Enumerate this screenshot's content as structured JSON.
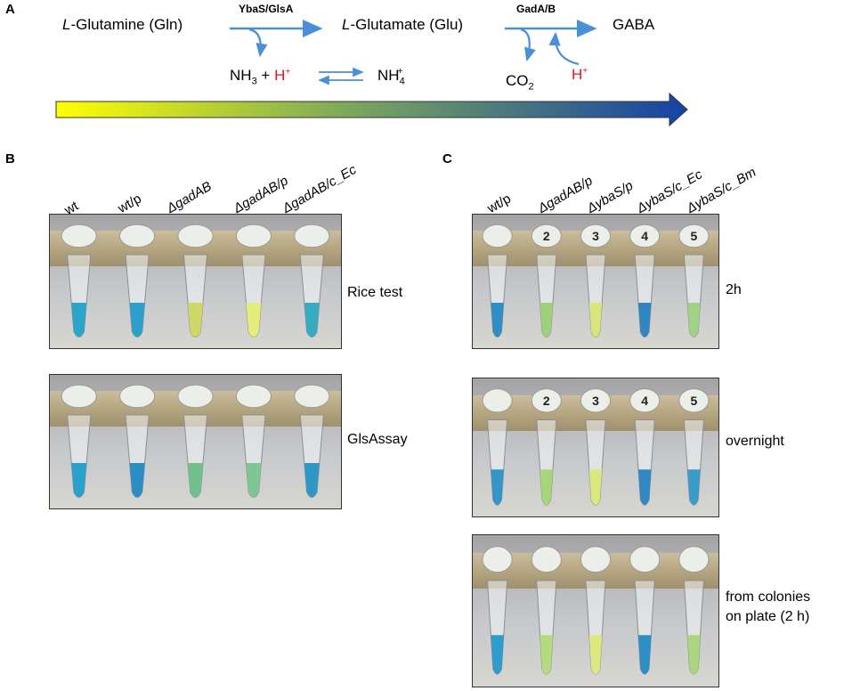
{
  "panel_a": {
    "letter": "A",
    "substrate": "L-Glutamine (Gln)",
    "substrate_italic_prefix": "L",
    "substrate_rest": "-Glutamine (Gln)",
    "enzyme1": "YbaS/GlsA",
    "intermediate_italic_prefix": "L",
    "intermediate_rest": "-Glutamate (Glu)",
    "enzyme2": "GadA/B",
    "product": "GABA",
    "nh3": "NH",
    "nh3_sub": "3",
    "plus": " + ",
    "h_plus_1": "H",
    "h_plus_sup": "+",
    "nh4": "NH",
    "nh4_sub": "4",
    "nh4_sup": "+",
    "co2": "CO",
    "co2_sub": "2",
    "h_plus_2": "H",
    "gradient_start": "#ffff00",
    "gradient_end": "#1442a6"
  },
  "panel_b": {
    "letter": "B",
    "columns": [
      "wt",
      "wt/p",
      "ΔgadAB",
      "ΔgadAB/p",
      "ΔgadAB/c_Ec"
    ],
    "rows": [
      {
        "label": "Rice test",
        "tube_colors": [
          "#2ca6c8",
          "#2e9fcb",
          "#cfd766",
          "#e4ec7a",
          "#38abc2"
        ],
        "cap_marks": [
          "",
          "",
          "",
          "",
          ""
        ]
      },
      {
        "label": "GlsAssay",
        "tube_colors": [
          "#2aa0cc",
          "#2b8fc6",
          "#71c08c",
          "#7ec693",
          "#2f97c4"
        ],
        "cap_marks": [
          "",
          "",
          "",
          "",
          ""
        ]
      }
    ]
  },
  "panel_c": {
    "letter": "C",
    "columns": [
      "wt/p",
      "ΔgadAB/p",
      "ΔybaS/p",
      "ΔybaS/c_Ec",
      "ΔybaS/c_Bm"
    ],
    "rows": [
      {
        "label": "2h",
        "tube_colors": [
          "#2f8fc4",
          "#9fd07a",
          "#d9e67c",
          "#2f86c2",
          "#a0d286"
        ],
        "cap_marks": [
          "",
          "2",
          "3",
          "4",
          "5"
        ]
      },
      {
        "label": "overnight",
        "tube_colors": [
          "#3396c6",
          "#a9d579",
          "#d9e77c",
          "#2f8ac4",
          "#3a9cc8"
        ],
        "cap_marks": [
          "",
          "2",
          "3",
          "4",
          "5"
        ]
      },
      {
        "label": "from colonies\non plate (2 h)",
        "tube_colors": [
          "#2e9ccc",
          "#b4dc7e",
          "#dde87e",
          "#2f8ec6",
          "#a9d67f"
        ],
        "cap_marks": [
          "",
          "",
          "",
          "",
          ""
        ]
      }
    ]
  }
}
